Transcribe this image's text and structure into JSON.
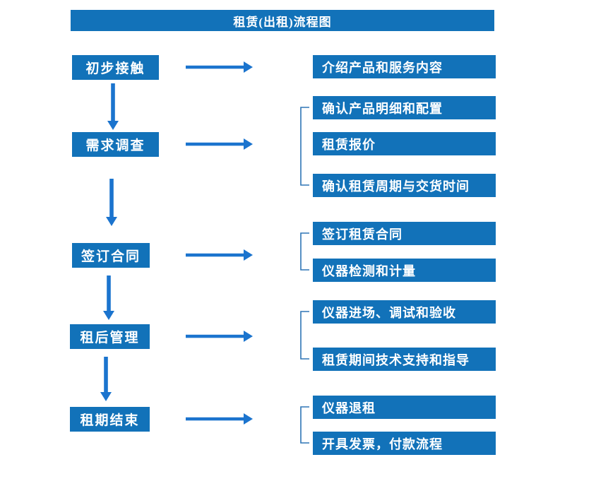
{
  "title": "租赁(出租)流程图",
  "colors": {
    "box_blue": "#1272B9",
    "arrow_blue": "#1B74CE",
    "bracket_blue": "#2E75B6",
    "text_white": "#FFFFFF",
    "background": "#FFFFFF"
  },
  "left_steps": [
    {
      "label": "初步接触"
    },
    {
      "label": "需求调查"
    },
    {
      "label": "签订合同"
    },
    {
      "label": "租后管理"
    },
    {
      "label": "租期结束"
    }
  ],
  "right_groups": [
    {
      "items": [
        "介绍产品和服务内容"
      ]
    },
    {
      "items": [
        "确认产品明细和配置",
        "租赁报价",
        "确认租赁周期与交货时间"
      ]
    },
    {
      "items": [
        "签订租赁合同",
        "仪器检测和计量"
      ]
    },
    {
      "items": [
        "仪器进场、调试和验收",
        "租赁期间技术支持和指导"
      ]
    },
    {
      "items": [
        "仪器退租",
        "开具发票，付款流程"
      ]
    }
  ]
}
